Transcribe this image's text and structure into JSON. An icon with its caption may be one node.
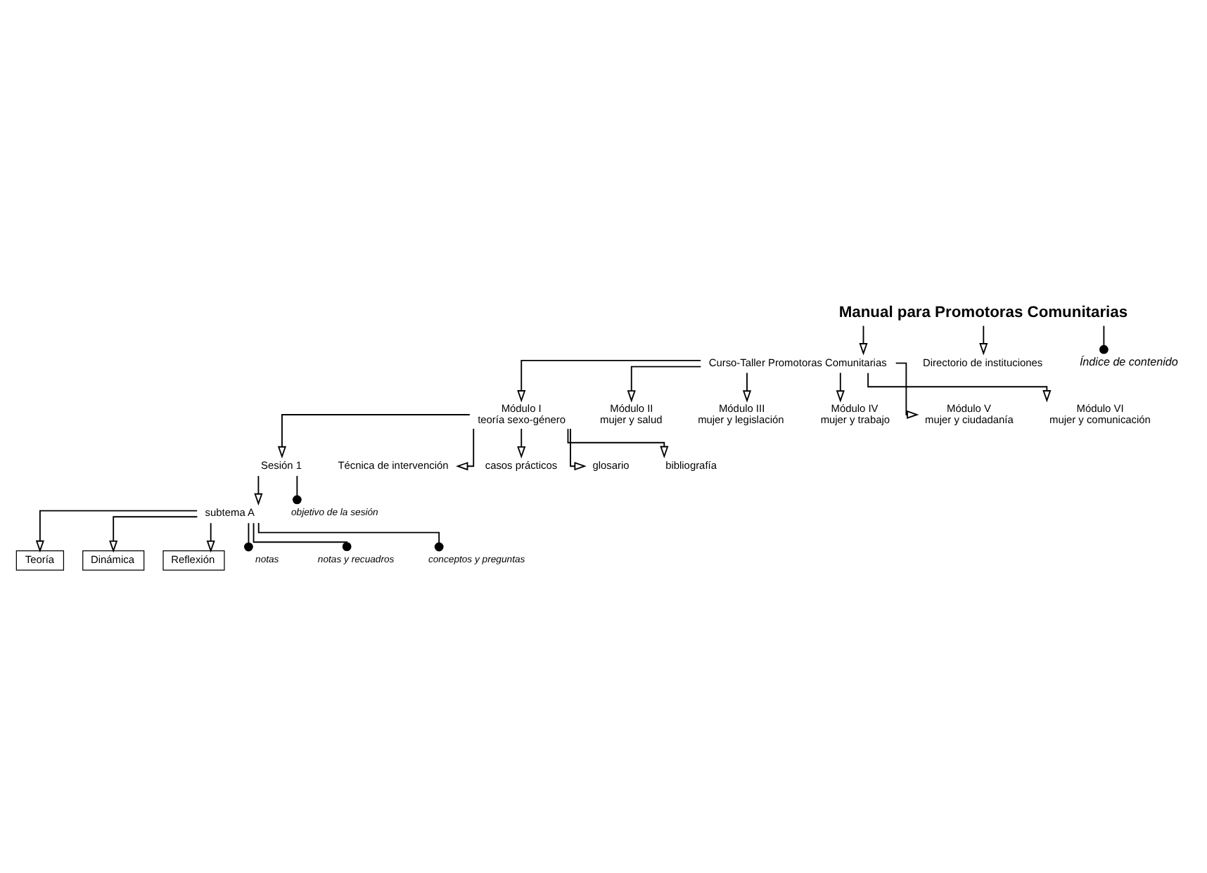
{
  "diagram": {
    "nodes": [
      {
        "text": [
          "Manual para Promotoras Comunitarias"
        ]
      },
      {
        "text": [
          "Curso-Taller Promotoras Comunitarias"
        ]
      },
      {
        "text": [
          "Directorio de instituciones"
        ]
      },
      {
        "text": [
          "Índice de contenido"
        ]
      },
      {
        "text": [
          "Módulo I",
          "teoría sexo-género"
        ]
      },
      {
        "text": [
          "Módulo II",
          "mujer y salud"
        ]
      },
      {
        "text": [
          "Módulo III",
          "mujer y legislación"
        ]
      },
      {
        "text": [
          "Módulo IV",
          "mujer y trabajo"
        ]
      },
      {
        "text": [
          "Módulo V",
          "mujer y ciudadanía"
        ]
      },
      {
        "text": [
          "Módulo VI",
          "mujer y comunicación"
        ]
      },
      {
        "text": [
          "Sesión 1"
        ]
      },
      {
        "text": [
          "Técnica de intervención"
        ]
      },
      {
        "text": [
          "casos prácticos"
        ]
      },
      {
        "text": [
          "glosario"
        ]
      },
      {
        "text": [
          "bibliografía"
        ]
      },
      {
        "text": [
          "subtema A"
        ]
      },
      {
        "text": [
          "objetivo de la sesión"
        ]
      },
      {
        "text": [
          "Teoría"
        ]
      },
      {
        "text": [
          "Dinámica"
        ]
      },
      {
        "text": [
          "Reflexión"
        ]
      },
      {
        "text": [
          "notas"
        ]
      },
      {
        "text": [
          "notas y recuadros"
        ]
      },
      {
        "text": [
          "conceptos y preguntas"
        ]
      }
    ],
    "edges": [
      {
        "from": 0,
        "to": 1,
        "arrow": "to"
      },
      {
        "from": 0,
        "to": 2,
        "arrow": "to"
      },
      {
        "from": 0,
        "to": 3,
        "arrow": "other"
      },
      {
        "from": 1,
        "to": 4,
        "arrow": "to"
      },
      {
        "from": 1,
        "to": 5,
        "arrow": "to"
      },
      {
        "from": 1,
        "to": 6,
        "arrow": "to"
      },
      {
        "from": 1,
        "to": 7,
        "arrow": "to"
      },
      {
        "from": 1,
        "to": 8,
        "arrow": "to"
      },
      {
        "from": 1,
        "to": 9,
        "arrow": "to"
      },
      {
        "from": 4,
        "to": 10,
        "arrow": "to"
      },
      {
        "from": 4,
        "to": 11,
        "arrow": "to"
      },
      {
        "from": 4,
        "to": 12,
        "arrow": "to"
      },
      {
        "from": 4,
        "to": 13,
        "arrow": "to"
      },
      {
        "from": 4,
        "to": 14,
        "arrow": "to"
      },
      {
        "from": 10,
        "to": 15,
        "arrow": "to"
      },
      {
        "from": 10,
        "to": 16,
        "arrow": "other"
      },
      {
        "from": 15,
        "to": 17,
        "arrow": "to"
      },
      {
        "from": 15,
        "to": 18,
        "arrow": "to"
      },
      {
        "from": 15,
        "to": 19,
        "arrow": "to"
      },
      {
        "from": 15,
        "to": 20,
        "arrow": "other"
      },
      {
        "from": 15,
        "to": 21,
        "arrow": "other"
      },
      {
        "from": 15,
        "to": 22,
        "arrow": "other"
      }
    ]
  }
}
